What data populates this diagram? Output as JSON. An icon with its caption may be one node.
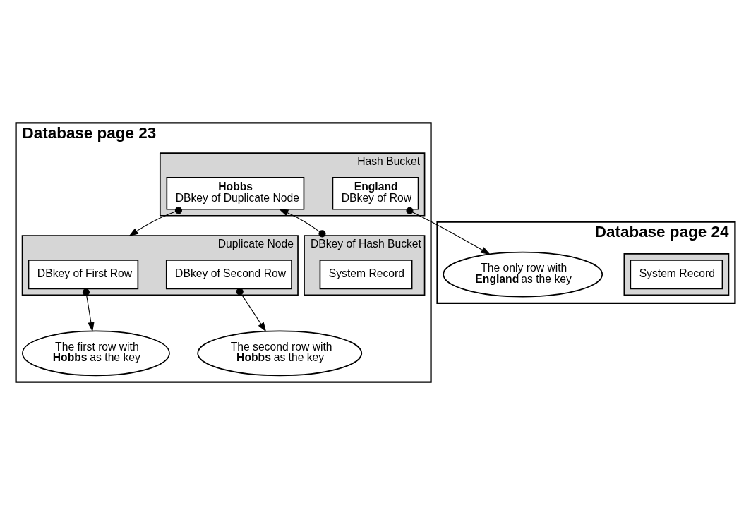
{
  "diagram": {
    "nodes": [
      {
        "text": [
          "Database page 23"
        ]
      },
      {
        "text": [
          "Hash Bucket"
        ],
        "in": 0
      },
      {
        "text": [
          "Hobbs",
          "DBkey of Duplicate Node"
        ],
        "in": 1
      },
      {
        "text": [
          "England",
          "DBkey of Row"
        ],
        "in": 1
      },
      {
        "text": [
          "Duplicate Node"
        ],
        "in": 0
      },
      {
        "text": [
          "DBkey of First Row"
        ],
        "in": 4
      },
      {
        "text": [
          "DBkey of Second Row"
        ],
        "in": 4
      },
      {
        "text": [
          "The first row with **Hobbs** as the key"
        ],
        "in": 0
      },
      {
        "text": [
          "The second row with **Hobbs** as the key"
        ],
        "in": 0
      },
      {
        "text": [
          "DBkey of Hash Bucket"
        ],
        "in": 0
      },
      {
        "text": [
          "System Record"
        ],
        "in": 9
      },
      {
        "text": [
          "Database page 24"
        ]
      },
      {
        "text": [
          "The only row with **England** as the key"
        ],
        "in": 11
      },
      {
        "text": [],
        "shape": "box",
        "in": 11
      },
      {
        "text": [
          "System Record"
        ],
        "in": 13
      }
    ],
    "edges": [
      {
        "from": 9,
        "to": 2,
        "arrow": "to"
      },
      {
        "from": 2,
        "to": 4,
        "arrow": "to"
      },
      {
        "from": 3,
        "to": 12,
        "arrow": "to"
      },
      {
        "from": 5,
        "to": 7,
        "arrow": "to"
      },
      {
        "from": 6,
        "to": 8,
        "arrow": "to"
      }
    ]
  }
}
